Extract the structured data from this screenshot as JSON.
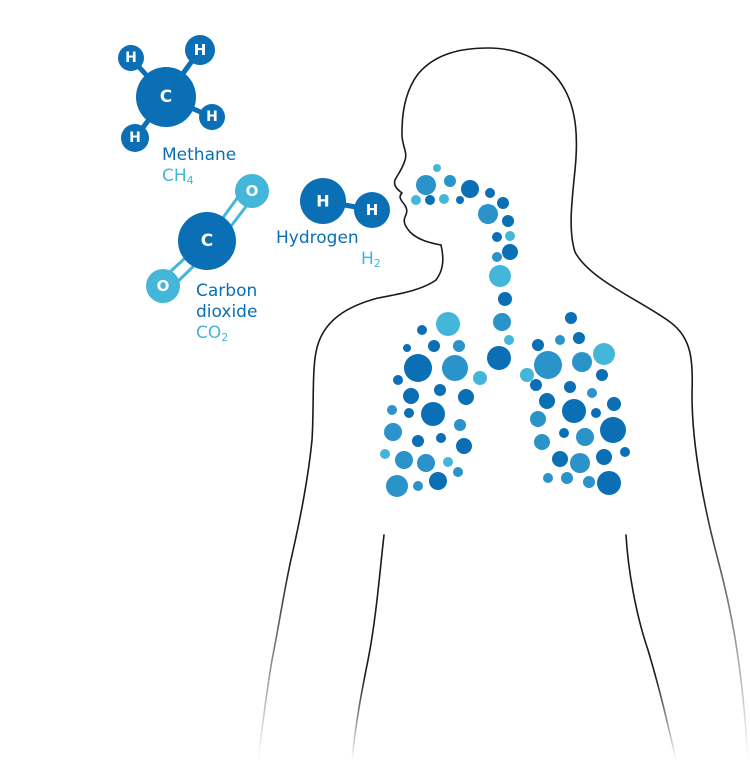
{
  "colors": {
    "dark": "#0a6fb5",
    "mid": "#2a93c9",
    "light": "#44b6d9",
    "outline": "#1a1a1a"
  },
  "molecules": {
    "methane": {
      "name": "Methane",
      "formula_main": "CH",
      "formula_sub": "4",
      "atoms": {
        "center": "C",
        "h1": "H",
        "h2": "H",
        "h3": "H",
        "h4": "H"
      }
    },
    "co2": {
      "name_line1": "Carbon",
      "name_line2": "dioxide",
      "formula_main": "CO",
      "formula_sub": "2",
      "atoms": {
        "center": "C",
        "o1": "O",
        "o2": "O"
      }
    },
    "hydrogen": {
      "name": "Hydrogen",
      "formula_main": "H",
      "formula_sub": "2",
      "atoms": {
        "h1": "H",
        "h2": "H"
      }
    }
  }
}
